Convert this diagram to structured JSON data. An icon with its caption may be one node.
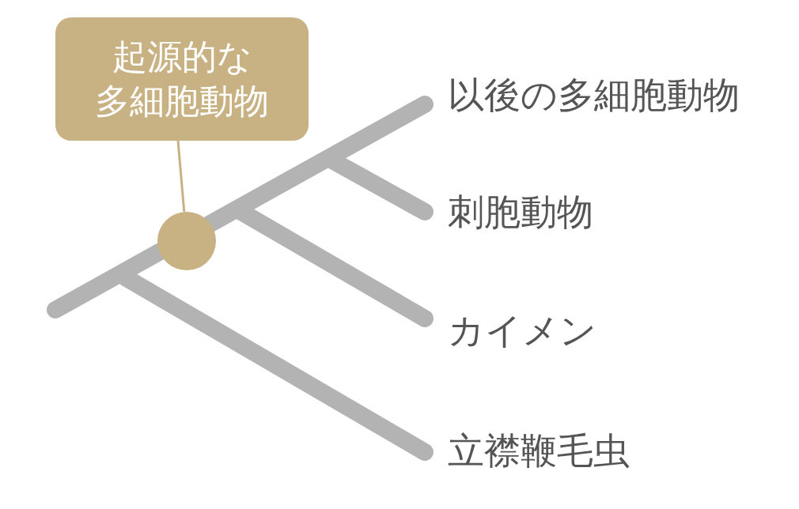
{
  "diagram": {
    "nodes": [
      {
        "text": [
          "起源的な多細胞動物"
        ]
      },
      {
        "text": [],
        "shape": "circle"
      }
    ],
    "edges": [
      {
        "from": 0,
        "to": 1,
        "arrow": "none"
      }
    ],
    "labels": [
      "以後の多細胞動物",
      "刺胞動物",
      "カイメン",
      "立襟鞭毛虫"
    ]
  }
}
